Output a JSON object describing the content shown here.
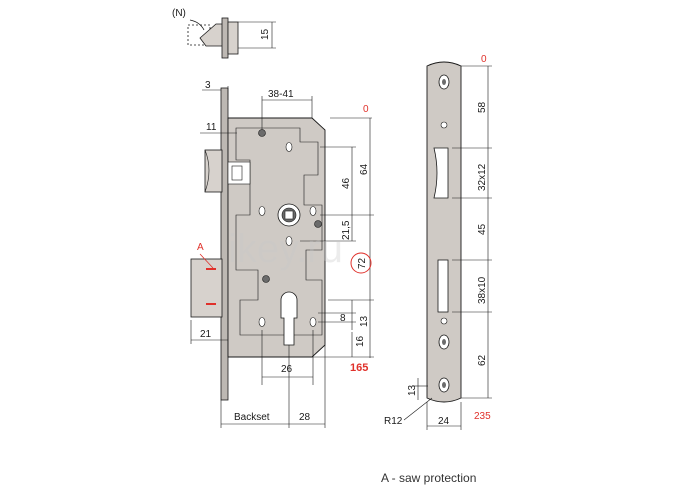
{
  "drawing": {
    "top_view": {
      "label_n": "(N)",
      "dim_15": "15"
    },
    "side_view": {
      "dim_3": "3",
      "dim_11": "11",
      "dim_38_41": "38-41",
      "dim_0": "0",
      "dim_46": "46",
      "dim_64": "64",
      "dim_21_5": "21,5",
      "dim_72": "72",
      "dim_8": "8",
      "dim_13": "13",
      "dim_16": "16",
      "dim_165": "165",
      "dim_26": "26",
      "dim_21": "21",
      "dim_28": "28",
      "label_backset": "Backset",
      "label_a": "A"
    },
    "front_view": {
      "dim_0": "0",
      "dim_58": "58",
      "dim_32x12": "32x12",
      "dim_45": "45",
      "dim_38x10": "38x10",
      "dim_62": "62",
      "dim_13": "13",
      "dim_r12": "R12",
      "dim_24": "24",
      "dim_235": "235"
    },
    "watermark": "ikey.ru"
  },
  "caption": "A - saw protection",
  "colors": {
    "steel": "#cfcac5",
    "line": "#1a1a1a",
    "red": "#e0312b"
  }
}
